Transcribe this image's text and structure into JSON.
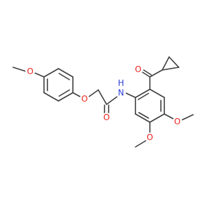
{
  "molecule": {
    "atoms": [
      {
        "symbol": "O",
        "color": "#e8211b"
      },
      {
        "symbol": "O",
        "color": "#e8211b"
      },
      {
        "symbol": "O",
        "color": "#e8211b"
      },
      {
        "symbol": "N",
        "color": "#2f3fd6",
        "h": "H"
      },
      {
        "symbol": "O",
        "color": "#e8211b"
      },
      {
        "symbol": "O",
        "color": "#e8211b"
      },
      {
        "symbol": "O",
        "color": "#e8211b"
      }
    ],
    "colors": {
      "bond": "#3c3c3c",
      "oxygen": "#e8211b",
      "nitrogen": "#2f3fd6"
    }
  }
}
